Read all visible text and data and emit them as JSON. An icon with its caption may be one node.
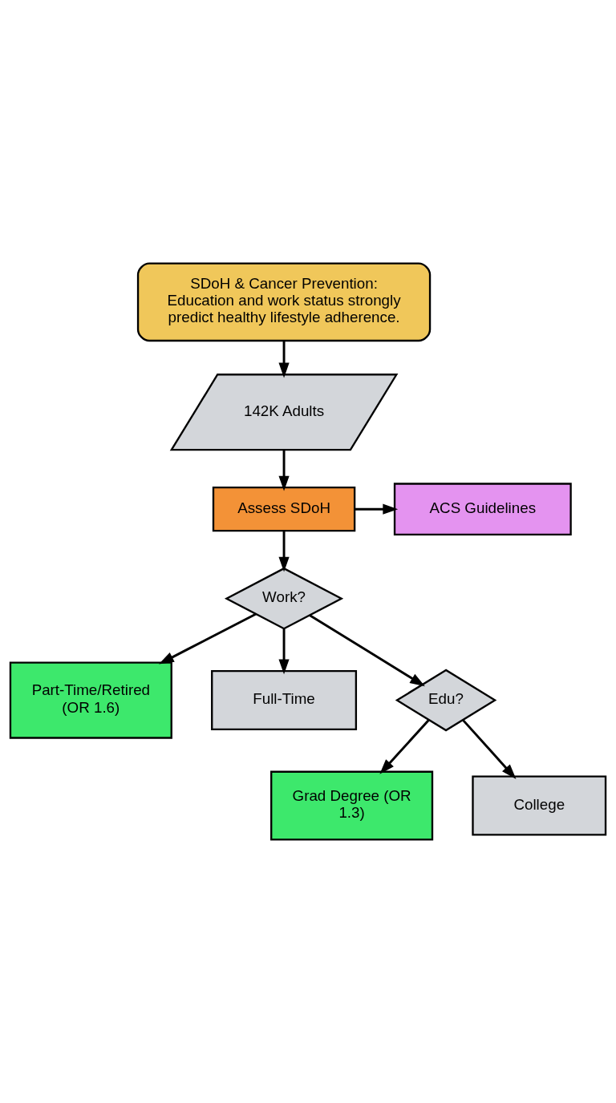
{
  "diagram": {
    "nodes": [
      {
        "text": [
          "SDoH & Cancer Prevention:",
          "Education and work status strongly predict healthy lifestyle adherence."
        ]
      },
      {
        "text": [
          "142K Adults"
        ]
      },
      {
        "text": [
          "Assess SDoH"
        ]
      },
      {
        "text": [
          "ACS Guidelines"
        ]
      },
      {
        "text": [
          "Work?"
        ]
      },
      {
        "text": [
          "Part-Time/Retired (OR 1.6)"
        ]
      },
      {
        "text": [
          "Full-Time"
        ]
      },
      {
        "text": [
          "Edu?"
        ]
      },
      {
        "text": [
          "Grad Degree (OR 1.3)"
        ]
      },
      {
        "text": [
          "College"
        ]
      }
    ],
    "edges": [
      {
        "from": 0,
        "to": 1,
        "arrow": "to"
      },
      {
        "from": 1,
        "to": 2,
        "arrow": "to"
      },
      {
        "from": 2,
        "to": 3,
        "arrow": "to"
      },
      {
        "from": 2,
        "to": 4,
        "arrow": "to"
      },
      {
        "from": 4,
        "to": 5,
        "arrow": "to"
      },
      {
        "from": 4,
        "to": 6,
        "arrow": "to"
      },
      {
        "from": 4,
        "to": 7,
        "arrow": "to"
      },
      {
        "from": 7,
        "to": 8,
        "arrow": "to"
      },
      {
        "from": 7,
        "to": 9,
        "arrow": "to"
      }
    ]
  }
}
